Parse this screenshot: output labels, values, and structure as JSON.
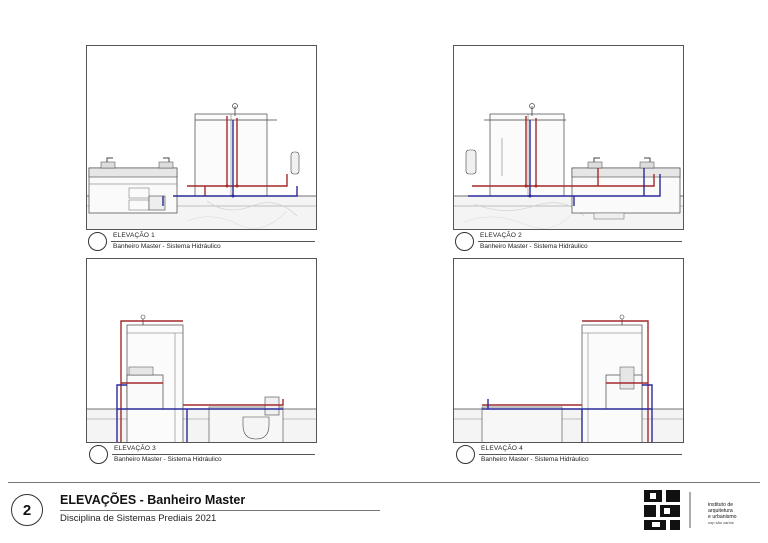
{
  "sheet": {
    "number": "2",
    "title": "ELEVAÇÕES - Banheiro Master",
    "subtitle": "Disciplina de Sistemas Prediais 2021"
  },
  "logo": {
    "lines": [
      "instituto de",
      "arquitetura",
      "e urbanismo"
    ],
    "small": "usp são carlos"
  },
  "views": [
    {
      "title": "ELEVAÇÃO 1",
      "subtitle": "Banheiro Master - Sistema Hidráulico"
    },
    {
      "title": "ELEVAÇÃO 2",
      "subtitle": "Banheiro Master - Sistema Hidráulico"
    },
    {
      "title": "ELEVAÇÃO 3",
      "subtitle": "Banheiro Master - Sistema Hidráulico"
    },
    {
      "title": "ELEVAÇÃO 4",
      "subtitle": "Banheiro Master - Sistema Hidráulico"
    }
  ],
  "colors": {
    "hot_pipe": "#a32a2a",
    "cold_pipe": "#2a2a9a",
    "line": "#444444"
  }
}
